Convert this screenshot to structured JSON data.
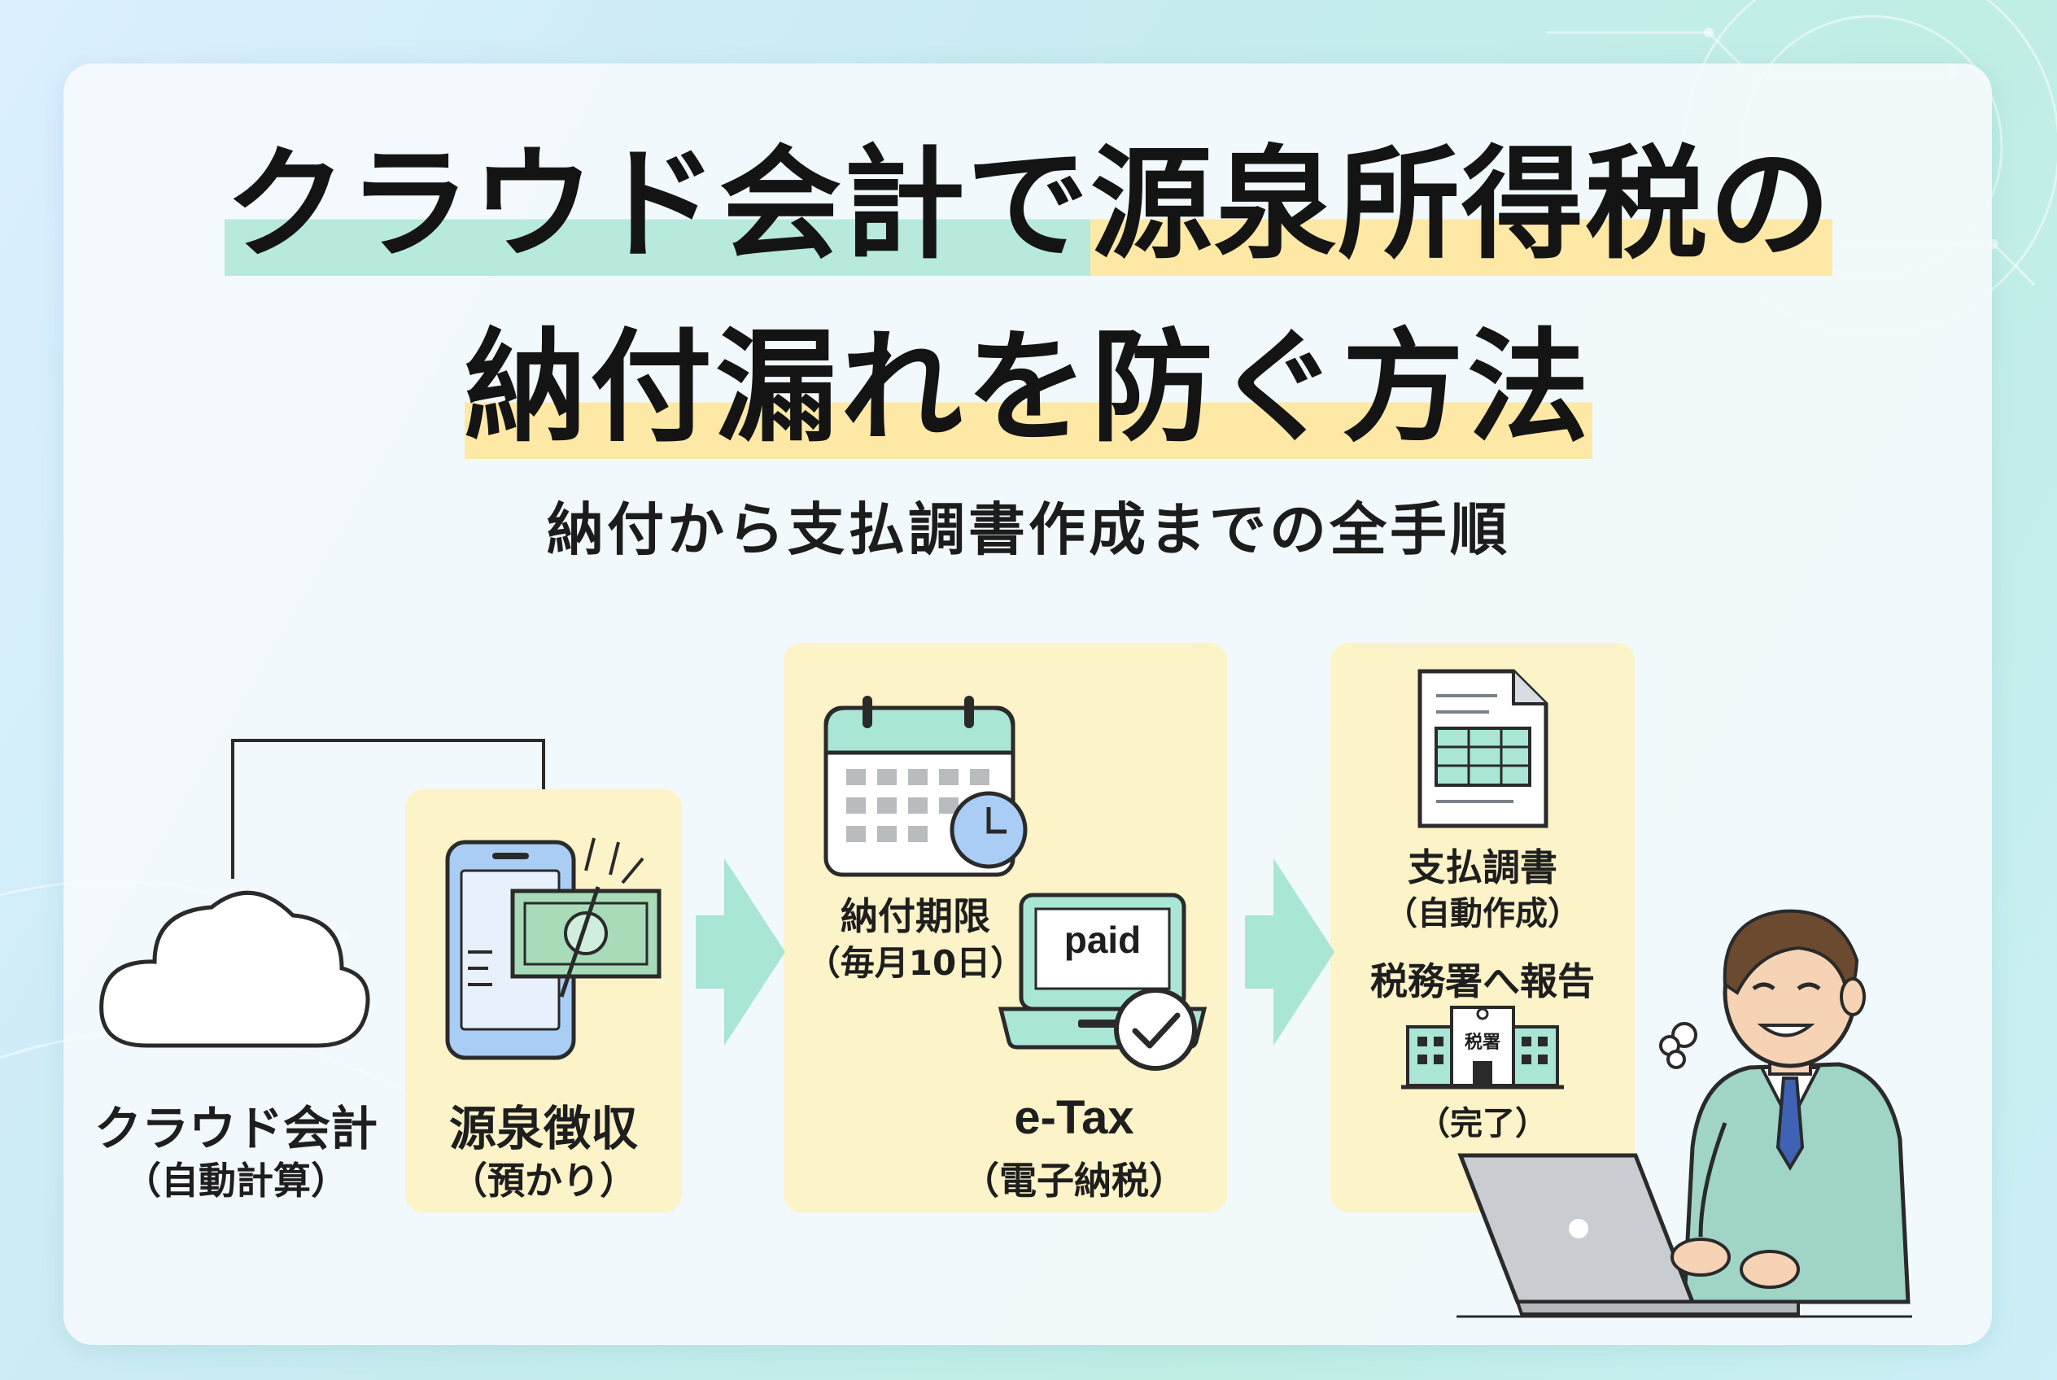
{
  "title": {
    "line1_part1": "クラウド会計で",
    "line1_part2": "源泉所得税の",
    "line2": "納付漏れを防ぐ方法"
  },
  "subtitle": "納付から支払調書作成までの全手順",
  "steps": {
    "cloud": {
      "label": "クラウド会計",
      "sub": "（自動計算）"
    },
    "withholding": {
      "label": "源泉徴収",
      "sub": "（預かり）"
    },
    "deadline": {
      "label": "納付期限",
      "sub": "（毎月10日）"
    },
    "laptop_screen": "paid",
    "etax": {
      "label": "e-Tax",
      "sub": "（電子納税）"
    },
    "report_doc": {
      "label": "支払調書",
      "sub": "（自動作成）"
    },
    "report_office": {
      "label": "税務署へ報告",
      "sign": "税署",
      "sub": "（完了）"
    }
  },
  "colors": {
    "panel": "#fdf3c8",
    "arrow": "#a9e6d6",
    "highlight_teal": "#b7e9dc",
    "highlight_yellow": "#fde8a6",
    "phone_blue": "#a9cdf5",
    "money_green": "#a8dcb8",
    "suit": "#9fd4c7",
    "tie": "#3e63b4"
  },
  "icons": [
    "cloud-icon",
    "smartphone-icon",
    "banknote-icon",
    "calendar-icon",
    "clock-icon",
    "laptop-icon",
    "checkmark-icon",
    "document-icon",
    "tax-office-icon",
    "businessman-illustration"
  ]
}
